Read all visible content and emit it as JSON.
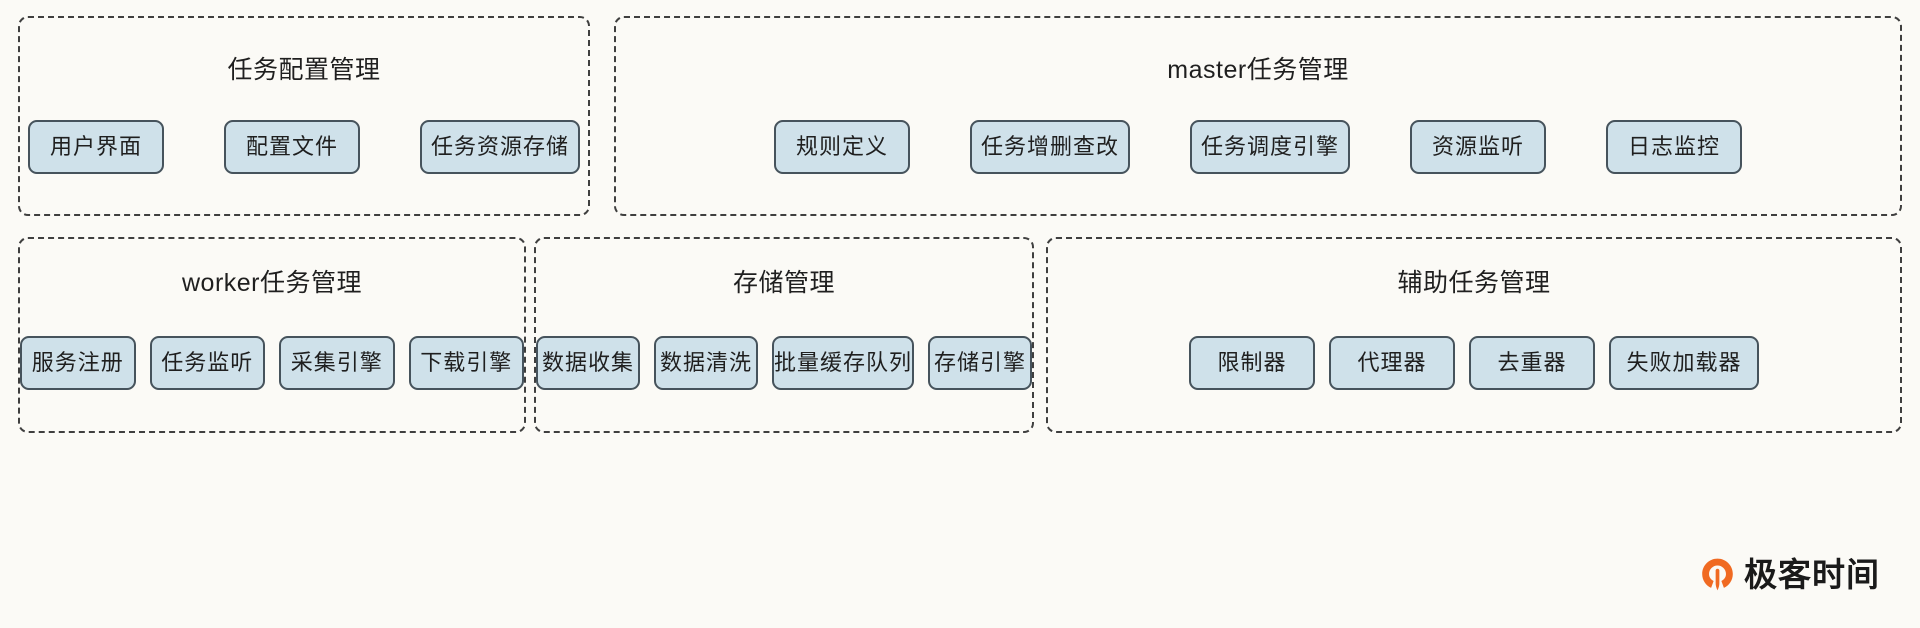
{
  "diagram": {
    "background_color": "#fbfaf6",
    "node_fill_color": "#cfe1ea",
    "node_border_color": "#46535c",
    "group_border_color": "#3f3f3f",
    "groups": [
      {
        "id": "config",
        "title": "任务配置管理",
        "nodes": [
          {
            "label": "用户界面"
          },
          {
            "label": "配置文件"
          },
          {
            "label": "任务资源存储"
          }
        ]
      },
      {
        "id": "master",
        "title": "master任务管理",
        "nodes": [
          {
            "label": "规则定义"
          },
          {
            "label": "任务增删查改"
          },
          {
            "label": "任务调度引擎"
          },
          {
            "label": "资源监听"
          },
          {
            "label": "日志监控"
          }
        ]
      },
      {
        "id": "worker",
        "title": "worker任务管理",
        "nodes": [
          {
            "label": "服务注册"
          },
          {
            "label": "任务监听"
          },
          {
            "label": "采集引擎"
          },
          {
            "label": "下载引擎"
          }
        ]
      },
      {
        "id": "storage",
        "title": "存储管理",
        "nodes": [
          {
            "label": "数据收集"
          },
          {
            "label": "数据清洗"
          },
          {
            "label": "批量缓存队列"
          },
          {
            "label": "存储引擎"
          }
        ]
      },
      {
        "id": "aux",
        "title": "辅助任务管理",
        "nodes": [
          {
            "label": "限制器"
          },
          {
            "label": "代理器"
          },
          {
            "label": "去重器"
          },
          {
            "label": "失败加载器"
          }
        ]
      }
    ]
  },
  "logo": {
    "text": "极客时间",
    "mark_color": "#f06a22",
    "icon": "geektime-logo-icon"
  }
}
